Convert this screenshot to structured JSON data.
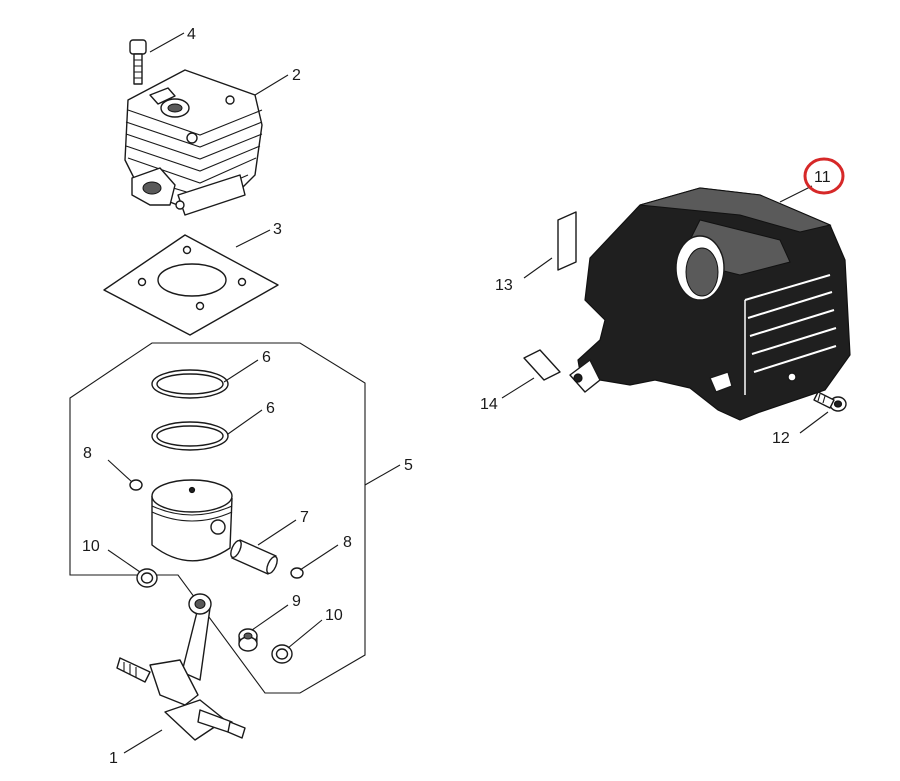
{
  "callouts": {
    "c1": "1",
    "c2": "2",
    "c3": "3",
    "c4": "4",
    "c5": "5",
    "c6a": "6",
    "c6b": "6",
    "c7": "7",
    "c8a": "8",
    "c8b": "8",
    "c9": "9",
    "c10a": "10",
    "c10b": "10",
    "c11": "11",
    "c12": "12",
    "c13": "13",
    "c14": "14"
  },
  "highlight": {
    "callout": "11",
    "color": "#d62828"
  },
  "colors": {
    "line": "#1a1a1a",
    "cover_fill": "#1f1f1f",
    "background": "#ffffff"
  }
}
